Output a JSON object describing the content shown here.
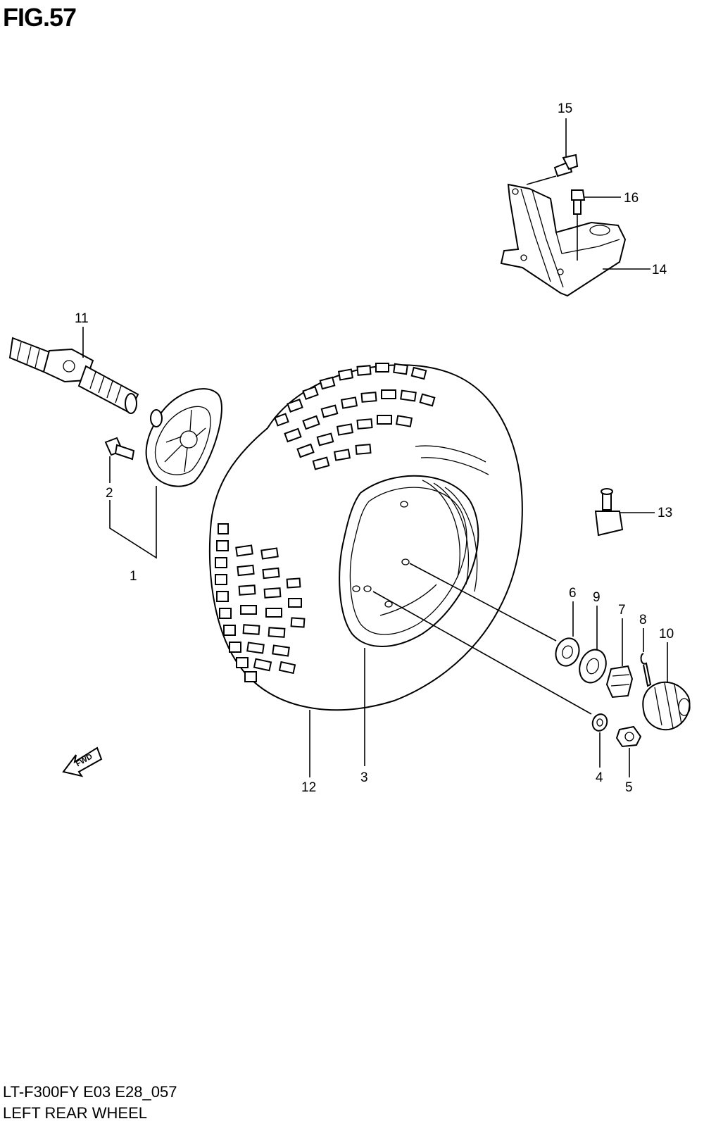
{
  "figure": {
    "title": "FIG.57",
    "model_code": "LT-F300FY E03 E28_057",
    "caption": "LEFT REAR WHEEL"
  },
  "callouts": {
    "c1": "1",
    "c2": "2",
    "c3": "3",
    "c4": "4",
    "c5": "5",
    "c6": "6",
    "c7": "7",
    "c8": "8",
    "c9": "9",
    "c10": "10",
    "c11": "11",
    "c12": "12",
    "c13": "13",
    "c14": "14",
    "c15": "15",
    "c16": "16"
  },
  "direction_marker": {
    "label": "FWD"
  }
}
